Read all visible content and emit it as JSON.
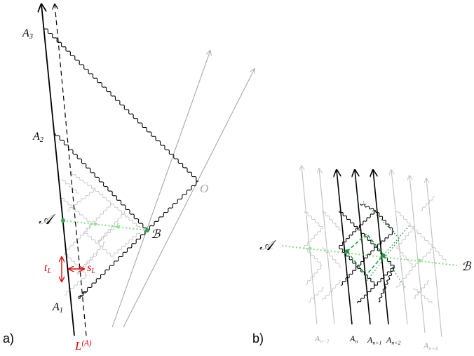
{
  "panel_a": {
    "tag": "a)",
    "labels": {
      "a3": "A",
      "a3_sub": "3",
      "a2": "A",
      "a2_sub": "2",
      "a1": "A",
      "a1_sub": "1",
      "script_a": "𝒜",
      "script_b": "ℬ",
      "o": "O",
      "t": "t",
      "t_sub": "L",
      "s": "s",
      "s_sub": "L",
      "l": "L",
      "l_sup": "(A)"
    },
    "colors": {
      "worldline": "#000000",
      "dashed": "#000000",
      "observer": "#a8a8a8",
      "annotation": "#e00000",
      "ghost": "#c8c8c8",
      "green": "#7fe07f",
      "green_dark": "#1c9c3c"
    }
  },
  "panel_b": {
    "tag": "b)",
    "labels": {
      "script_a": "𝒜",
      "script_b": "ℬ",
      "worldlines": [
        {
          "main": "A",
          "sub": "n−2",
          "color": "#a8a8a8"
        },
        {
          "main": "A",
          "sub": "n",
          "color": "#000000"
        },
        {
          "main": "A",
          "sub": "n+1",
          "color": "#000000"
        },
        {
          "main": "A",
          "sub": "n+2",
          "color": "#000000"
        },
        {
          "main": "A",
          "sub": "n+4",
          "color": "#a8a8a8"
        }
      ]
    }
  }
}
